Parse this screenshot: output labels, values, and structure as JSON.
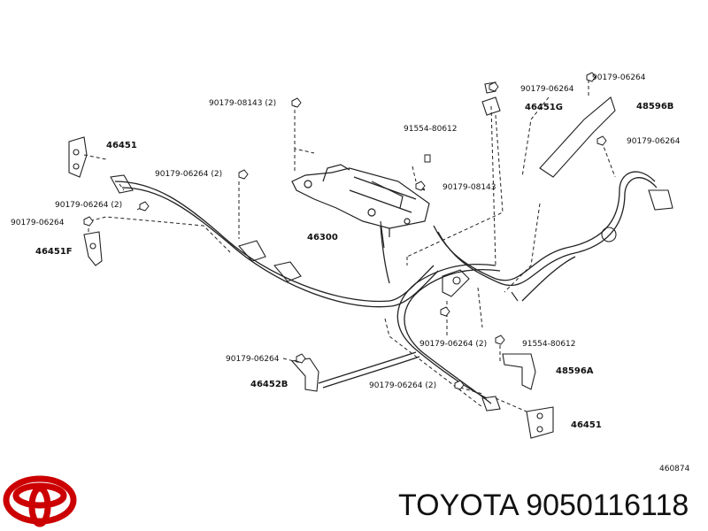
{
  "diagram": {
    "labels": {
      "p1": "90179-06264",
      "p2": "90179-06264",
      "p3": "48596B",
      "p4": "90179-08143 (2)",
      "p5": "46451G",
      "p6": "91554-80612",
      "p7": "90179-06264",
      "p8": "46451",
      "p9": "90179-06264 (2)",
      "p10": "90179-08143",
      "p11": "90179-06264 (2)",
      "p12": "90179-06264",
      "p13": "46300",
      "p14": "46451F",
      "p15": "90179-06264 (2)",
      "p16": "91554-80612",
      "p17": "90179-06264",
      "p18": "48596A",
      "p19": "46452B",
      "p20": "90179-06264 (2)",
      "p21": "46451"
    },
    "diagram_id": "460874"
  },
  "footer": {
    "brand_line": "TOYOTA 9050116118",
    "logo_color": "#cc0000"
  }
}
